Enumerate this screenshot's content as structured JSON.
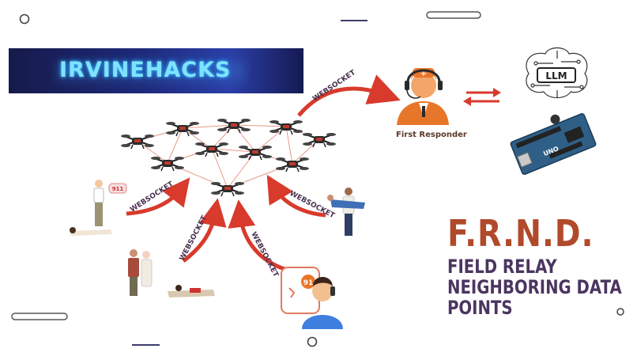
{
  "banner": {
    "text": "IRVINEHACKS"
  },
  "websocket_labels": [
    "WEBSOCKET",
    "WEBSOCKET",
    "WEBSOCKET",
    "WEBSOCKET",
    "WEBSOCKET"
  ],
  "first_responder": {
    "label": "First Responder"
  },
  "llm": {
    "label": "LLM"
  },
  "emergency_number": "911",
  "emergency_number_short": "91",
  "arduino_label": "UNO",
  "project": {
    "title": "F.R.N.D.",
    "subtitle_lines": [
      "FIELD RELAY",
      "NEIGHBORING DATA",
      "POINTS"
    ]
  },
  "colors": {
    "arrow_red": "#d83a2c",
    "title_rust": "#b04a2a",
    "subtitle_purple": "#4b3560",
    "responder_orange": "#e8762a",
    "mesh_line": "#e79a86"
  }
}
